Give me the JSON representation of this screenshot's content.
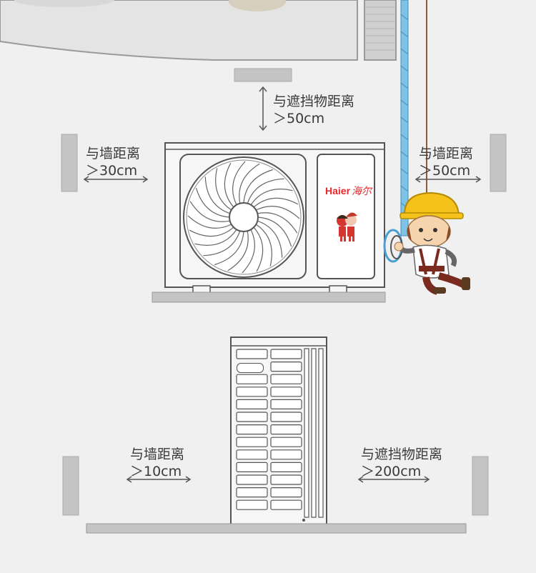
{
  "brand": {
    "name_en": "Haier",
    "name_cn": "海尔",
    "color": "#e8282d"
  },
  "colors": {
    "background": "#f0f0f0",
    "line": "#555555",
    "block": "#c4c4c4",
    "rope": "#7ec3e6",
    "helmet": "#f4c21a"
  },
  "top_unit": {
    "above": {
      "line1": "与遮挡物距离",
      "line2": "＞50cm"
    },
    "left": {
      "line1": "与墙距离",
      "line2": "＞30cm"
    },
    "right": {
      "line1": "与墙距离",
      "line2": "＞50cm"
    }
  },
  "bottom_unit": {
    "left": {
      "line1": "与墙距离",
      "line2": "＞10cm"
    },
    "right": {
      "line1": "与遮挡物距离",
      "line2": "＞200cm"
    }
  }
}
